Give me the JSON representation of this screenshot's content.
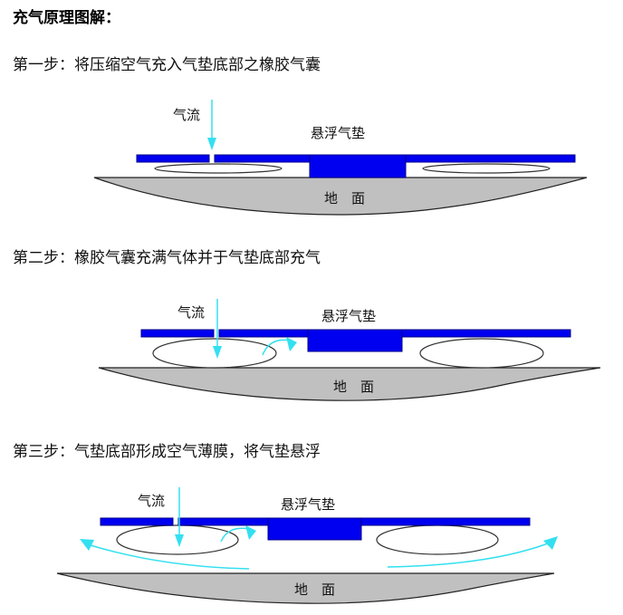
{
  "title": "充气原理图解：",
  "colors": {
    "cushion_blue": "#0000f0",
    "cushion_outline": "#00008a",
    "ground_gray": "#c0c0c0",
    "airflow_cyan": "#33e0f0",
    "bag_outline": "#333333"
  },
  "steps": [
    {
      "label": "第一步：将压缩空气充入气垫底部之橡胶气囊",
      "diagram": {
        "airflow_label": "气流",
        "cushion_label": "悬浮气垫",
        "ground_label": "地　面"
      }
    },
    {
      "label": "第二步：橡胶气囊充满气体并于气垫底部充气",
      "diagram": {
        "airflow_label": "气流",
        "cushion_label": "悬浮气垫",
        "ground_label": "地　面"
      }
    },
    {
      "label": "第三步：气垫底部形成空气薄膜，将气垫悬浮",
      "diagram": {
        "airflow_label": "气流",
        "cushion_label": "悬浮气垫",
        "ground_label": "地　面"
      }
    }
  ]
}
